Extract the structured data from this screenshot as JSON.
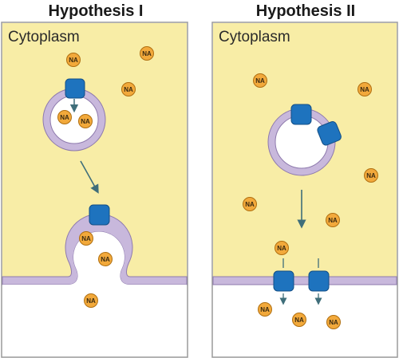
{
  "panels": [
    {
      "heading": "Hypothesis I",
      "region_label": "Cytoplasm"
    },
    {
      "heading": "Hypothesis II",
      "region_label": "Cytoplasm"
    }
  ],
  "molecule_label": "NA",
  "colors": {
    "cytoplasm": "#f8eda6",
    "extracellular": "#ffffff",
    "membrane": "#c8b8dc",
    "membrane_edge": "#8e7aad",
    "transporter": "#1e73be",
    "transporter_edge": "#134f86",
    "na_fill": "#f2a93b",
    "na_edge": "#b06f10",
    "arrow": "#3f6e7a",
    "frame": "#9a9a9a"
  },
  "icons": {
    "transporter": "transporter-square-icon",
    "molecule": "na-molecule-icon",
    "arrow": "arrow-down-icon"
  }
}
